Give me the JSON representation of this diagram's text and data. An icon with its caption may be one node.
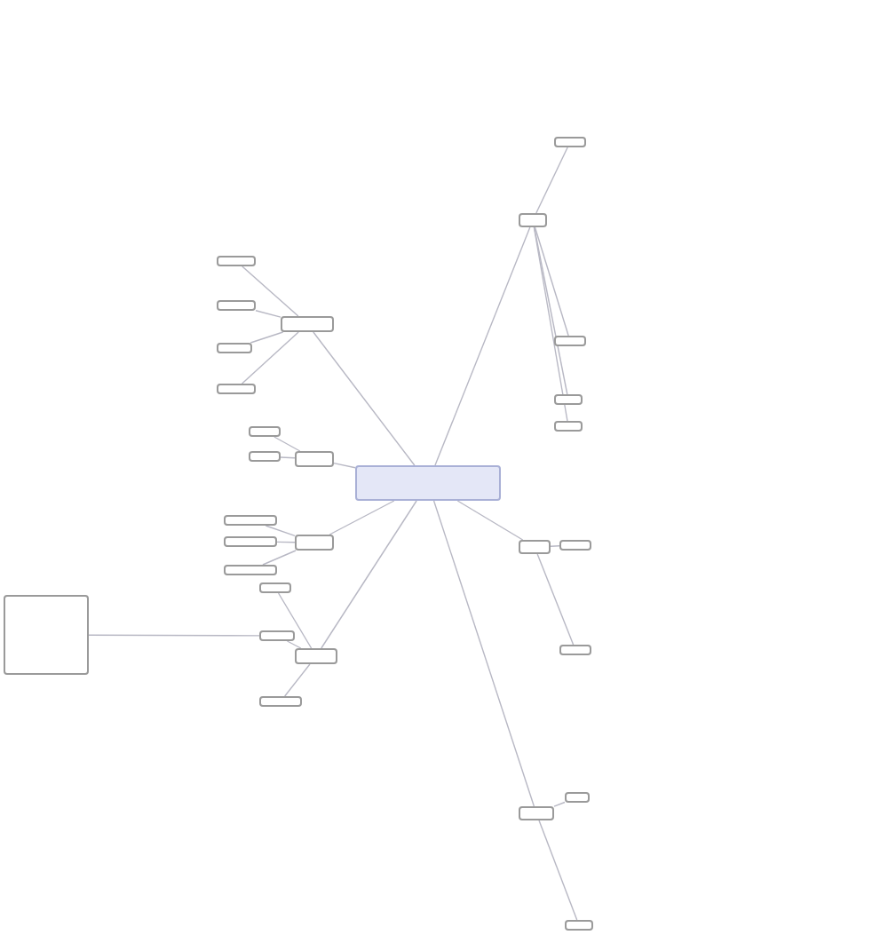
{
  "diagram": {
    "nodes": [
      {
        "text": [],
        "shape": "box"
      },
      {
        "text": [],
        "shape": "box"
      },
      {
        "text": [],
        "shape": "box"
      },
      {
        "text": [],
        "shape": "box"
      },
      {
        "text": [],
        "shape": "box"
      },
      {
        "text": [],
        "shape": "box"
      },
      {
        "text": [],
        "shape": "box"
      },
      {
        "text": [],
        "shape": "box"
      },
      {
        "text": [],
        "shape": "box"
      },
      {
        "text": [],
        "shape": "box"
      },
      {
        "text": [],
        "shape": "box"
      },
      {
        "text": [],
        "shape": "box"
      },
      {
        "text": [],
        "shape": "box"
      },
      {
        "text": [],
        "shape": "box"
      },
      {
        "text": [],
        "shape": "box"
      },
      {
        "text": [],
        "shape": "box"
      },
      {
        "text": [],
        "shape": "box"
      },
      {
        "text": [],
        "shape": "box"
      },
      {
        "text": [],
        "shape": "box"
      },
      {
        "text": [],
        "shape": "box"
      },
      {
        "text": [],
        "shape": "box"
      },
      {
        "text": [],
        "shape": "box"
      },
      {
        "text": [],
        "shape": "box"
      },
      {
        "text": [],
        "shape": "box"
      },
      {
        "text": [],
        "shape": "box"
      },
      {
        "text": [],
        "shape": "box"
      },
      {
        "text": [],
        "shape": "box"
      },
      {
        "text": [],
        "shape": "box"
      },
      {
        "text": [],
        "shape": "box"
      }
    ],
    "edges": [
      {
        "from": 0,
        "to": 1,
        "arrow": "none"
      },
      {
        "from": 0,
        "to": 2,
        "arrow": "none"
      },
      {
        "from": 0,
        "to": 3,
        "arrow": "none"
      },
      {
        "from": 0,
        "to": 4,
        "arrow": "none"
      },
      {
        "from": 0,
        "to": 5,
        "arrow": "none"
      },
      {
        "from": 0,
        "to": 6,
        "arrow": "none"
      },
      {
        "from": 0,
        "to": 7,
        "arrow": "none"
      },
      {
        "from": 1,
        "to": 8,
        "arrow": "none"
      },
      {
        "from": 1,
        "to": 9,
        "arrow": "none"
      },
      {
        "from": 1,
        "to": 10,
        "arrow": "none"
      },
      {
        "from": 1,
        "to": 11,
        "arrow": "none"
      },
      {
        "from": 2,
        "to": 12,
        "arrow": "none"
      },
      {
        "from": 2,
        "to": 13,
        "arrow": "none"
      },
      {
        "from": 3,
        "to": 14,
        "arrow": "none"
      },
      {
        "from": 3,
        "to": 15,
        "arrow": "none"
      },
      {
        "from": 4,
        "to": 16,
        "arrow": "none"
      },
      {
        "from": 4,
        "to": 17,
        "arrow": "none"
      },
      {
        "from": 4,
        "to": 18,
        "arrow": "none"
      },
      {
        "from": 4,
        "to": 19,
        "arrow": "none"
      },
      {
        "from": 5,
        "to": 20,
        "arrow": "none"
      },
      {
        "from": 5,
        "to": 21,
        "arrow": "none"
      },
      {
        "from": 6,
        "to": 22,
        "arrow": "none"
      },
      {
        "from": 6,
        "to": 23,
        "arrow": "none"
      },
      {
        "from": 6,
        "to": 24,
        "arrow": "none"
      },
      {
        "from": 7,
        "to": 25,
        "arrow": "none"
      },
      {
        "from": 7,
        "to": 26,
        "arrow": "none"
      },
      {
        "from": 7,
        "to": 27,
        "arrow": "none"
      },
      {
        "from": 26,
        "to": 28,
        "arrow": "none"
      }
    ]
  }
}
